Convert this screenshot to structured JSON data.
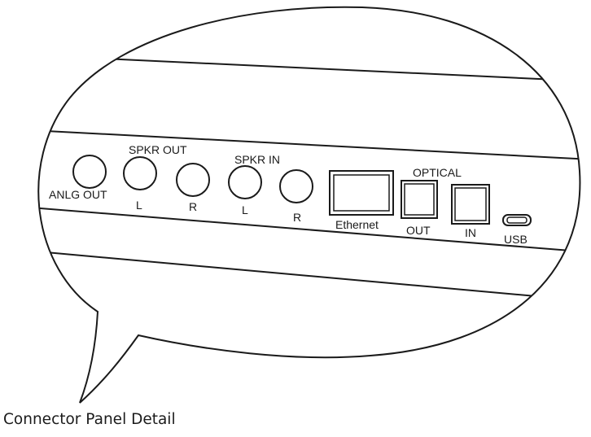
{
  "caption": "Connector Panel Detail",
  "groups": {
    "spkr_out": "SPKR OUT",
    "spkr_in": "SPKR IN",
    "optical": "OPTICAL"
  },
  "ports": {
    "anlg_out": "ANLG OUT",
    "spkr_out_l": "L",
    "spkr_out_r": "R",
    "spkr_in_l": "L",
    "spkr_in_r": "R",
    "ethernet": "Ethernet",
    "optical_out": "OUT",
    "optical_in": "IN",
    "usb": "USB"
  }
}
